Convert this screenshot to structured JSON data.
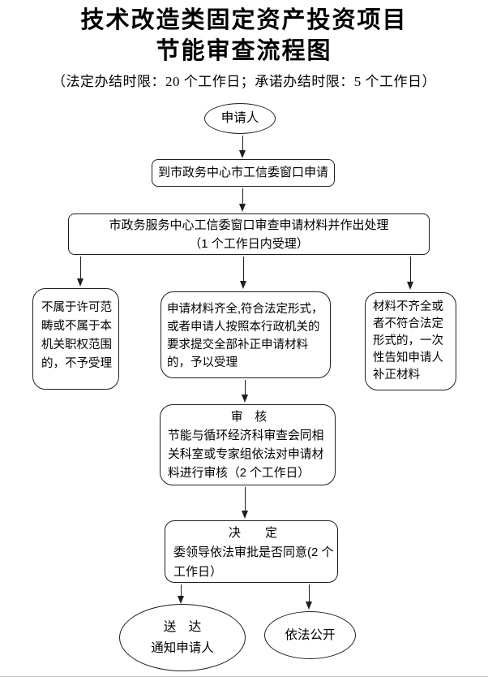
{
  "page": {
    "title_line1": "技术改造类固定资产投资项目",
    "title_line2": "节能审查流程图",
    "subtitle": "（法定办结时限：20 个工作日；承诺办结时限：5 个工作日）"
  },
  "colors": {
    "stroke": "#1f1f1f",
    "text": "#000000",
    "background": "#ffffff"
  },
  "flow": {
    "start": {
      "label": "申请人"
    },
    "apply": {
      "label": "到市政务中心市工信委窗口申请"
    },
    "window_review": {
      "lines": [
        "市政务服务中心工信委窗口审查申请材料并作出处理",
        "（1 个工作日内受理）"
      ]
    },
    "reject": {
      "lines": [
        "不属于许可范",
        "畴或不属于本",
        "机关职权范围",
        "的，不予受理"
      ]
    },
    "accept": {
      "lines": [
        "申请材料齐全,符合法定形式，",
        "或者申请人按照本行政机关的",
        "要求提交全部补正申请材料",
        "的，予以受理"
      ]
    },
    "supplement": {
      "lines": [
        "材料不齐全或",
        "者不符合法定",
        "形式的，一次",
        "性告知申请人",
        "补正材料"
      ]
    },
    "review": {
      "title": "审　核",
      "lines": [
        "节能与循环经济科审查会同相",
        "关科室或专家组依法对申请材",
        "料进行审核（2 个工作日）"
      ]
    },
    "decision": {
      "title": "决　　定",
      "lines": [
        "委领导依法审批是否同意(2 个",
        "工作日）"
      ]
    },
    "deliver": {
      "title": "送　达",
      "line2": "通知申请人"
    },
    "publish": {
      "label": "依法公开"
    }
  }
}
